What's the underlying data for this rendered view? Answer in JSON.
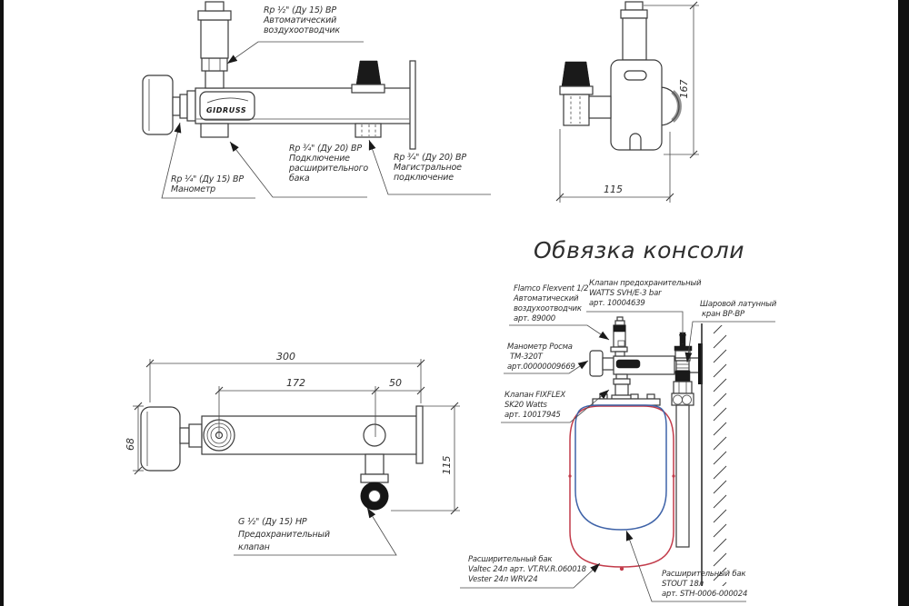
{
  "colors": {
    "ink": "#3a3a3a",
    "tank_red": "#c23b4a",
    "tank_blue": "#3f63a8"
  },
  "logo": "GIDRUSS",
  "side_view": {
    "label_air_vent": {
      "l1": "Rp ½\" (Ду 15) ВР",
      "l2": "Автоматический",
      "l3": "воздухоотводчик"
    },
    "label_expansion": {
      "l1": "Rp ¾\" (Ду 20) ВР",
      "l2": "Подключение",
      "l3": "расширительного",
      "l4": "бака"
    },
    "label_main": {
      "l1": "Rp ¾\" (Ду 20) ВР",
      "l2": "Магистральное",
      "l3": "подключение"
    },
    "label_gauge": {
      "l1": "Rp ¼\" (Ду 15) ВР",
      "l2": "Манометр"
    }
  },
  "end_view": {
    "dim_height": "167",
    "dim_depth": "115"
  },
  "top_view": {
    "dim_length": "300",
    "dim_a": "172",
    "dim_b": "50",
    "dim_gauge": "68",
    "dim_depth": "115",
    "label_safety": {
      "l1": "G ½\" (Ду 15) НР",
      "l2": "Предохранительный",
      "l3": "клапан"
    }
  },
  "piping": {
    "title": "Обвязка консоли",
    "label_airvent": {
      "l1": "Flamco Flexvent 1/2",
      "l2": "Автоматический",
      "l3": "воздухоотводчик",
      "l4": "арт. 89000"
    },
    "label_safety": {
      "l1": "Клапан предохранительный",
      "l2": "WATTS SVH/E-3 bar",
      "l3": "арт. 10004639"
    },
    "label_ballvalve": {
      "l1": "Шаровой латунный",
      "l2": "кран ВР-ВР"
    },
    "label_gauge": {
      "l1": "Манометр Росма",
      "l2": "ТМ-320Т",
      "l3": "арт.00000009669"
    },
    "label_fixflex": {
      "l1": "Клапан FIXFLEX",
      "l2": "SK20 Watts",
      "l3": "арт. 10017945"
    },
    "label_tank1": {
      "l1": "Расширительный бак",
      "l2": "Valtec 24л арт. VT.RV.R.060018",
      "l3": "Vester 24л WRV24"
    },
    "label_tank2": {
      "l1": "Расширительный бак",
      "l2": "STOUT 18л",
      "l3": "арт. STH-0006-000024"
    }
  }
}
